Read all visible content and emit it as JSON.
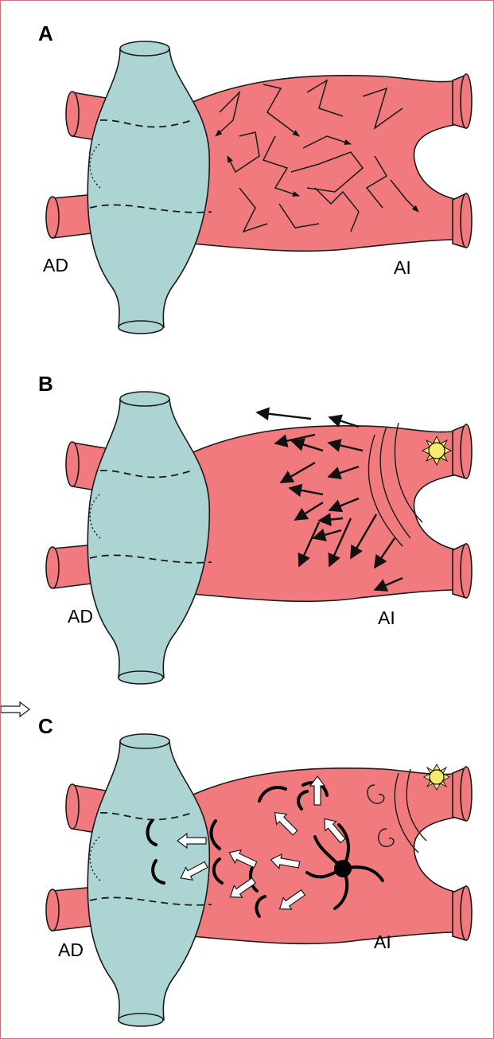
{
  "colors": {
    "left_atrium_fill": "#f07a7e",
    "right_atrium_fill": "#acd4d2",
    "outline": "#1a1a1a",
    "focus_source_fill": "#f4ec6a",
    "frame_border": "#c8727e"
  },
  "panels": [
    {
      "letter": "A",
      "right_atrium_label": "AD",
      "left_atrium_label": "AI"
    },
    {
      "letter": "B",
      "right_atrium_label": "AD",
      "left_atrium_label": "AI"
    },
    {
      "letter": "C",
      "right_atrium_label": "AD",
      "left_atrium_label": "AI"
    }
  ]
}
